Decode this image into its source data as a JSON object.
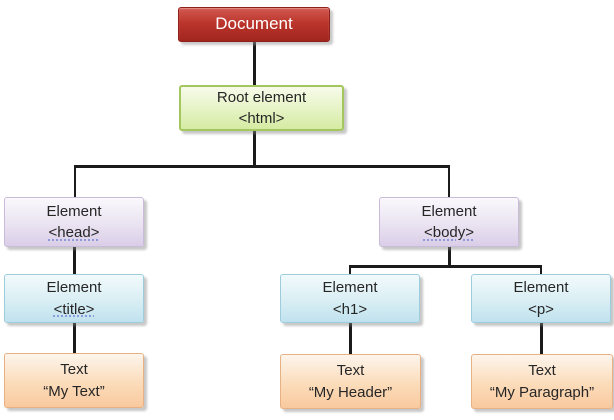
{
  "diagram_type": "dom-tree",
  "palette": {
    "connector_line": "#1b1b1b",
    "document_node": {
      "fill_top": "#d25950",
      "fill_bottom": "#a1251e",
      "border": "#8e211b",
      "text": "#ffffff"
    },
    "root_element_node": {
      "fill_top": "#f7fbea",
      "fill_bottom": "#d5eba2",
      "border": "#a3c75e",
      "text": "#262626"
    },
    "element_node": {
      "fill_top": "#faf8fc",
      "fill_bottom": "#dacee8",
      "border": "#c9bbd9",
      "text": "#262626"
    },
    "child_element_node": {
      "fill_top": "#f2fafc",
      "fill_bottom": "#c0e2ee",
      "border": "#9dcddd",
      "text": "#262626"
    },
    "text_node": {
      "fill_top": "#fdf5ec",
      "fill_bottom": "#f9c99e",
      "border": "#e7b184",
      "text": "#262626"
    },
    "squiggle_underline": "#8b9bd9"
  },
  "nodes": [
    {
      "id": "document",
      "line1": "Document",
      "line2": ""
    },
    {
      "id": "root-element",
      "line1": "Root element",
      "line2": "<html>"
    },
    {
      "id": "element-head",
      "line1": "Element",
      "line2": "<head>"
    },
    {
      "id": "element-body",
      "line1": "Element",
      "line2": "<body>"
    },
    {
      "id": "element-title",
      "line1": "Element",
      "line2": "<title>"
    },
    {
      "id": "element-h1",
      "line1": "Element",
      "line2": "<h1>"
    },
    {
      "id": "element-p",
      "line1": "Element",
      "line2": "<p>"
    },
    {
      "id": "text-title",
      "line1": "Text",
      "line2": "“My Text”"
    },
    {
      "id": "text-h1",
      "line1": "Text",
      "line2": "“My Header”"
    },
    {
      "id": "text-p",
      "line1": "Text",
      "line2": "“My Paragraph”"
    }
  ],
  "edges": [
    {
      "from": "document",
      "to": "root-element"
    },
    {
      "from": "root-element",
      "to": "element-head"
    },
    {
      "from": "root-element",
      "to": "element-body"
    },
    {
      "from": "element-head",
      "to": "element-title"
    },
    {
      "from": "element-body",
      "to": "element-h1"
    },
    {
      "from": "element-body",
      "to": "element-p"
    },
    {
      "from": "element-title",
      "to": "text-title"
    },
    {
      "from": "element-h1",
      "to": "text-h1"
    },
    {
      "from": "element-p",
      "to": "text-p"
    }
  ]
}
